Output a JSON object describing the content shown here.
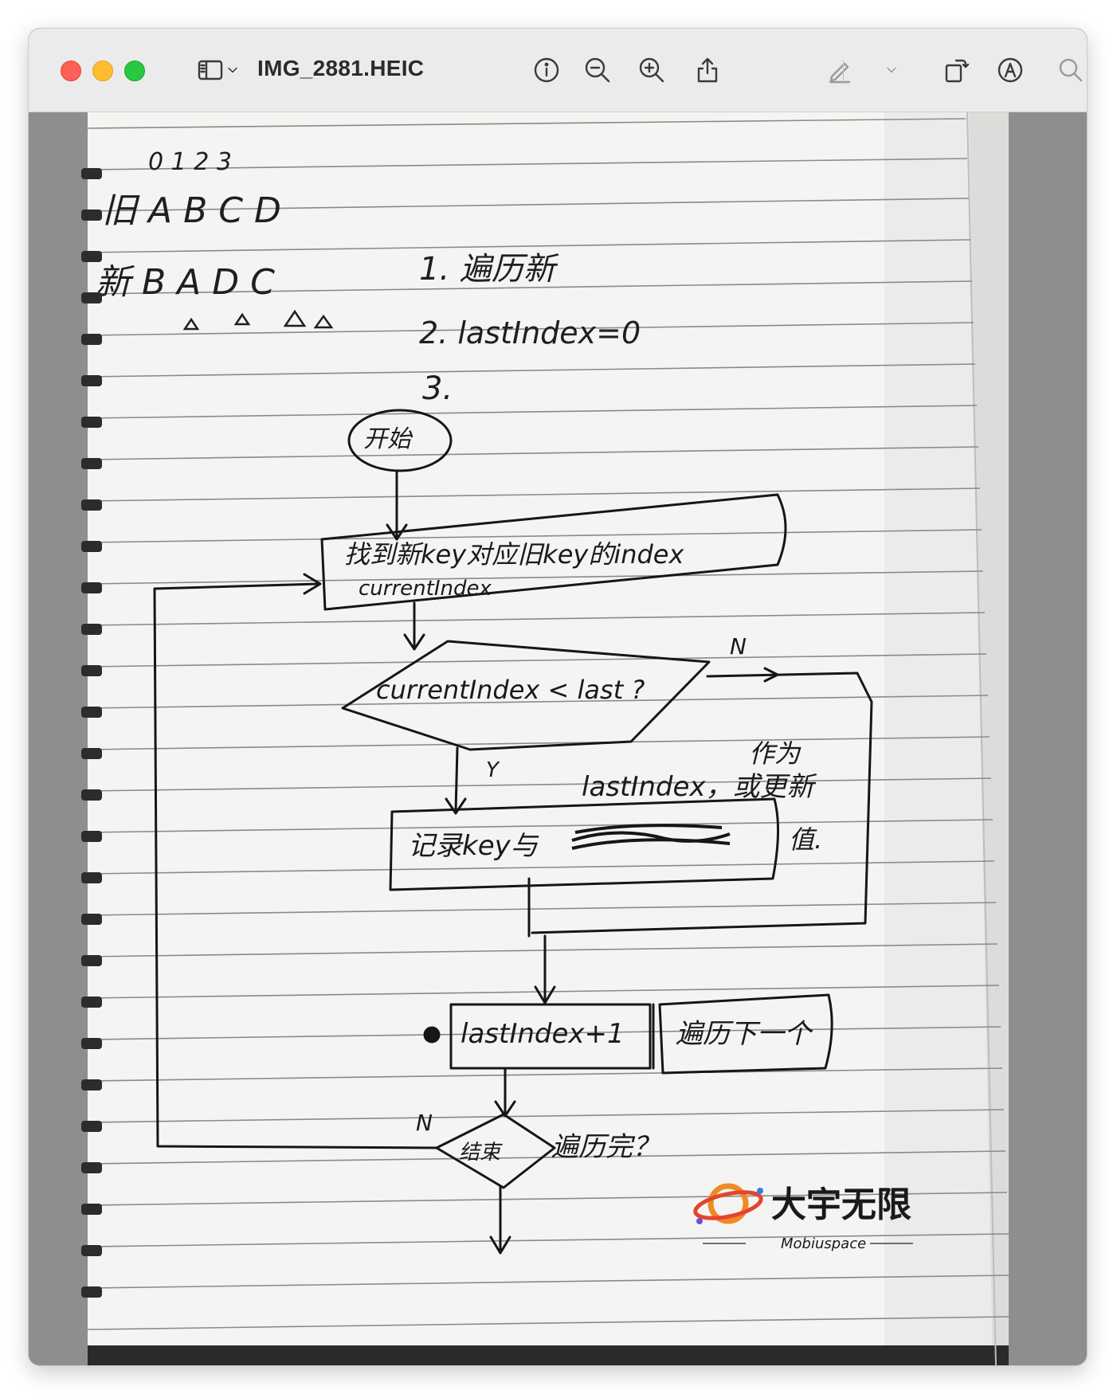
{
  "window": {
    "title": "IMG_2881.HEIC"
  },
  "toolbar": {
    "icons": [
      "sidebar-toggle-icon",
      "chevron-down-icon",
      "info-icon",
      "zoom-out-icon",
      "zoom-in-icon",
      "share-icon",
      "markup-pen-icon",
      "chevron-down-icon",
      "rotate-icon",
      "markup-circle-icon",
      "search-icon"
    ]
  },
  "sketch": {
    "indices": "0  1   2  3",
    "old_row": "旧 A  B  C  D",
    "new_row": "新 B  A  D  C",
    "steps": {
      "step1": "1. 遍历新",
      "step2": "2. lastIndex=0",
      "step3": "3."
    },
    "start": "开始",
    "find_box": "找到新key对应旧key的index",
    "find_box_sub": "currentIndex",
    "condition": "currentIndex < last ?",
    "label_n_right": "N",
    "label_y": "Y",
    "side_note_1": "作为",
    "side_note_2": "lastIndex，或更新",
    "side_note_3": "值.",
    "record_box": "记录key与",
    "increment_box": "lastIndex+1",
    "next_box": "遍历下一个",
    "end_check": "遍历完？",
    "end_check_prefix": "结束",
    "label_n_left": "N"
  },
  "watermark": {
    "brand_cn": "大宇无限",
    "brand_en": "Mobiuspace"
  }
}
